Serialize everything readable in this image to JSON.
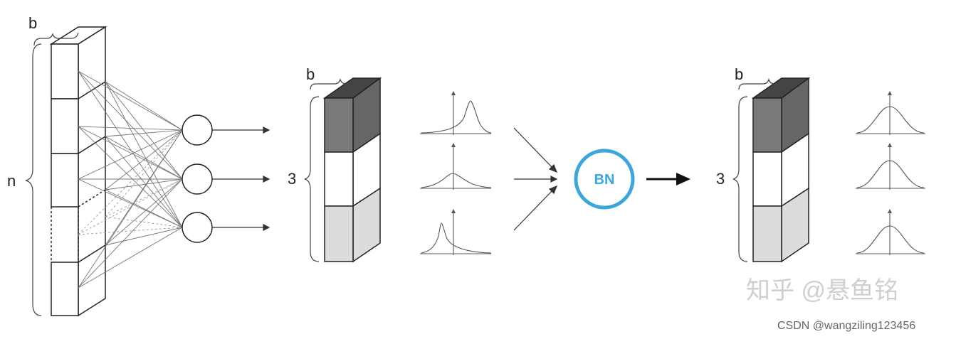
{
  "input_layer": {
    "width_label": "b",
    "height_label": "n"
  },
  "batch_before": {
    "width_label": "b",
    "depth_label": "3"
  },
  "bn": {
    "label": "BN",
    "color": "#3aa6dc"
  },
  "batch_after": {
    "width_label": "b",
    "depth_label": "3"
  },
  "colors": {
    "dark_block": "#7a7a7a",
    "light_block": "#dcdcdc",
    "line": "#444444"
  },
  "watermark": {
    "zhihu": "知乎 @悬鱼铭",
    "csdn": "CSDN @wangziling123456"
  }
}
